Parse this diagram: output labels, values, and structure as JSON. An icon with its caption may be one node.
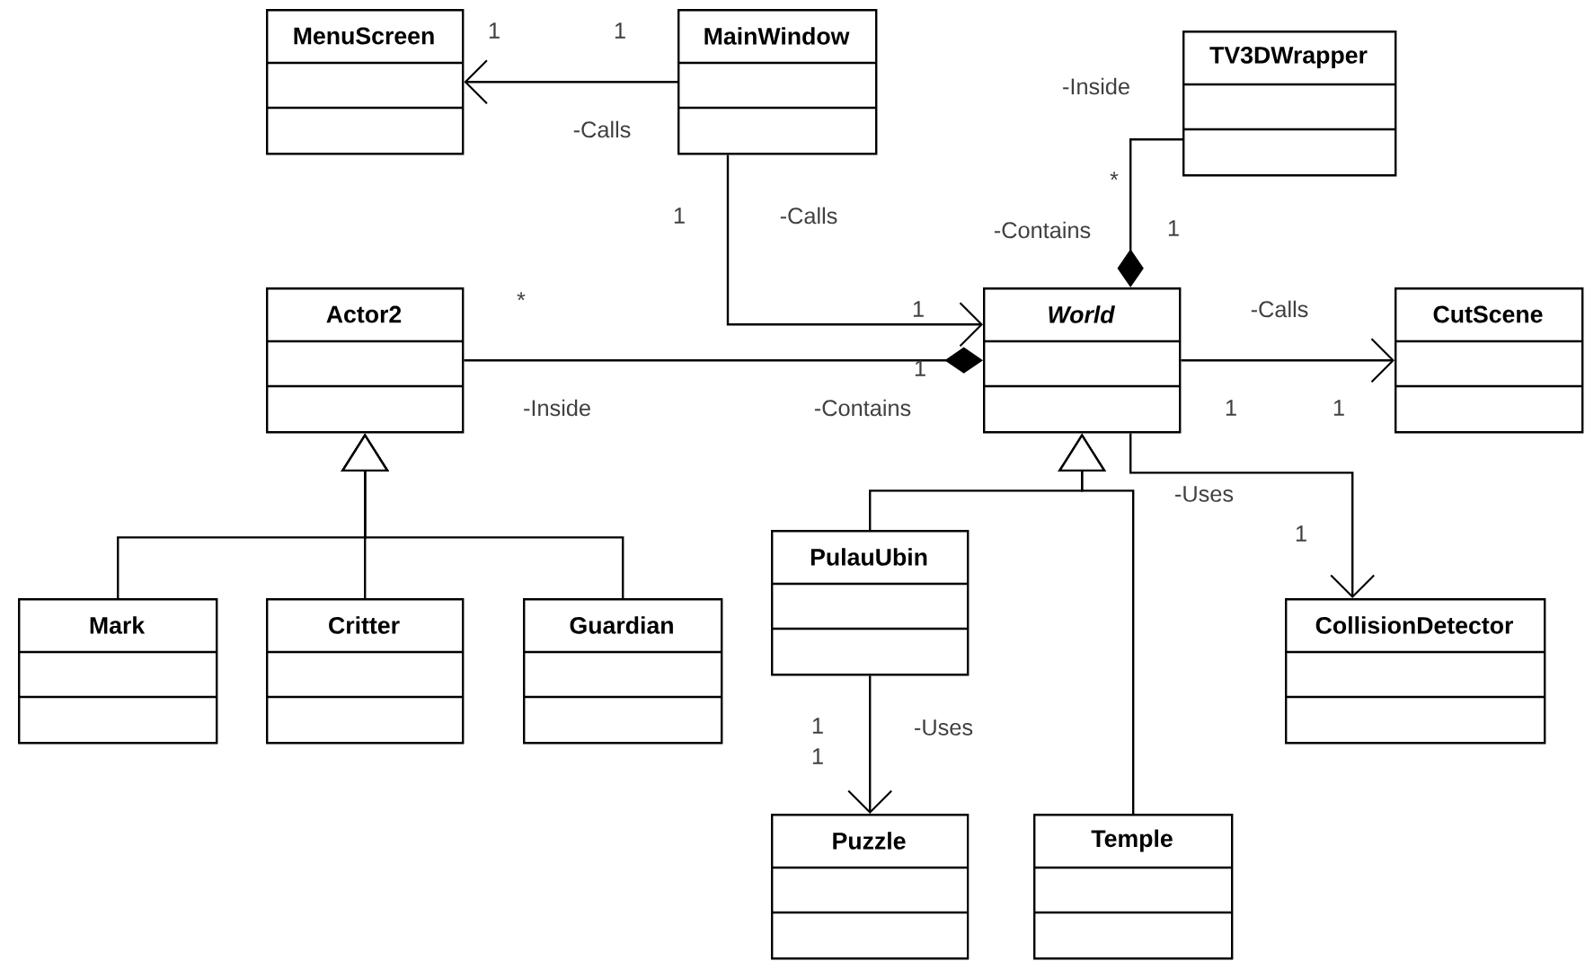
{
  "diagram": {
    "nodes": [
      {
        "text": [
          "MenuScreen"
        ]
      },
      {
        "text": [
          "MainWindow"
        ]
      },
      {
        "text": [
          "TV3DWrapper"
        ]
      },
      {
        "text": [
          "Actor2"
        ]
      },
      {
        "text": [
          "World"
        ]
      },
      {
        "text": [
          "CutScene"
        ]
      },
      {
        "text": [
          "Mark"
        ]
      },
      {
        "text": [
          "Critter"
        ]
      },
      {
        "text": [
          "Guardian"
        ]
      },
      {
        "text": [
          "PulauUbin"
        ]
      },
      {
        "text": [
          "CollisionDetector"
        ]
      },
      {
        "text": [
          "Puzzle"
        ]
      },
      {
        "text": [
          "Temple"
        ]
      }
    ],
    "edges": [
      {
        "from": 1,
        "to": 0,
        "arrow": "to"
      },
      {
        "from": 1,
        "to": 4,
        "arrow": "to"
      },
      {
        "from": 2,
        "to": 4,
        "arrow": "other"
      },
      {
        "from": 3,
        "to": 4,
        "arrow": "other"
      },
      {
        "from": 4,
        "to": 5,
        "arrow": "to"
      },
      {
        "from": 4,
        "to": 10,
        "arrow": "to"
      },
      {
        "from": 6,
        "to": 3,
        "arrow": "to"
      },
      {
        "from": 7,
        "to": 3,
        "arrow": "to"
      },
      {
        "from": 8,
        "to": 3,
        "arrow": "to"
      },
      {
        "from": 9,
        "to": 4,
        "arrow": "to"
      },
      {
        "from": 12,
        "to": 4,
        "arrow": "to"
      },
      {
        "from": 9,
        "to": 11,
        "arrow": "to"
      }
    ],
    "labels": [
      "1",
      "1",
      "-Inside",
      "-Calls",
      "*",
      "1",
      "-Calls",
      "-Contains",
      "1",
      "*",
      "1",
      "-Calls",
      "1",
      "-Inside",
      "-Contains",
      "1",
      "1",
      "-Uses",
      "1",
      "1",
      "1",
      "-Uses"
    ]
  }
}
